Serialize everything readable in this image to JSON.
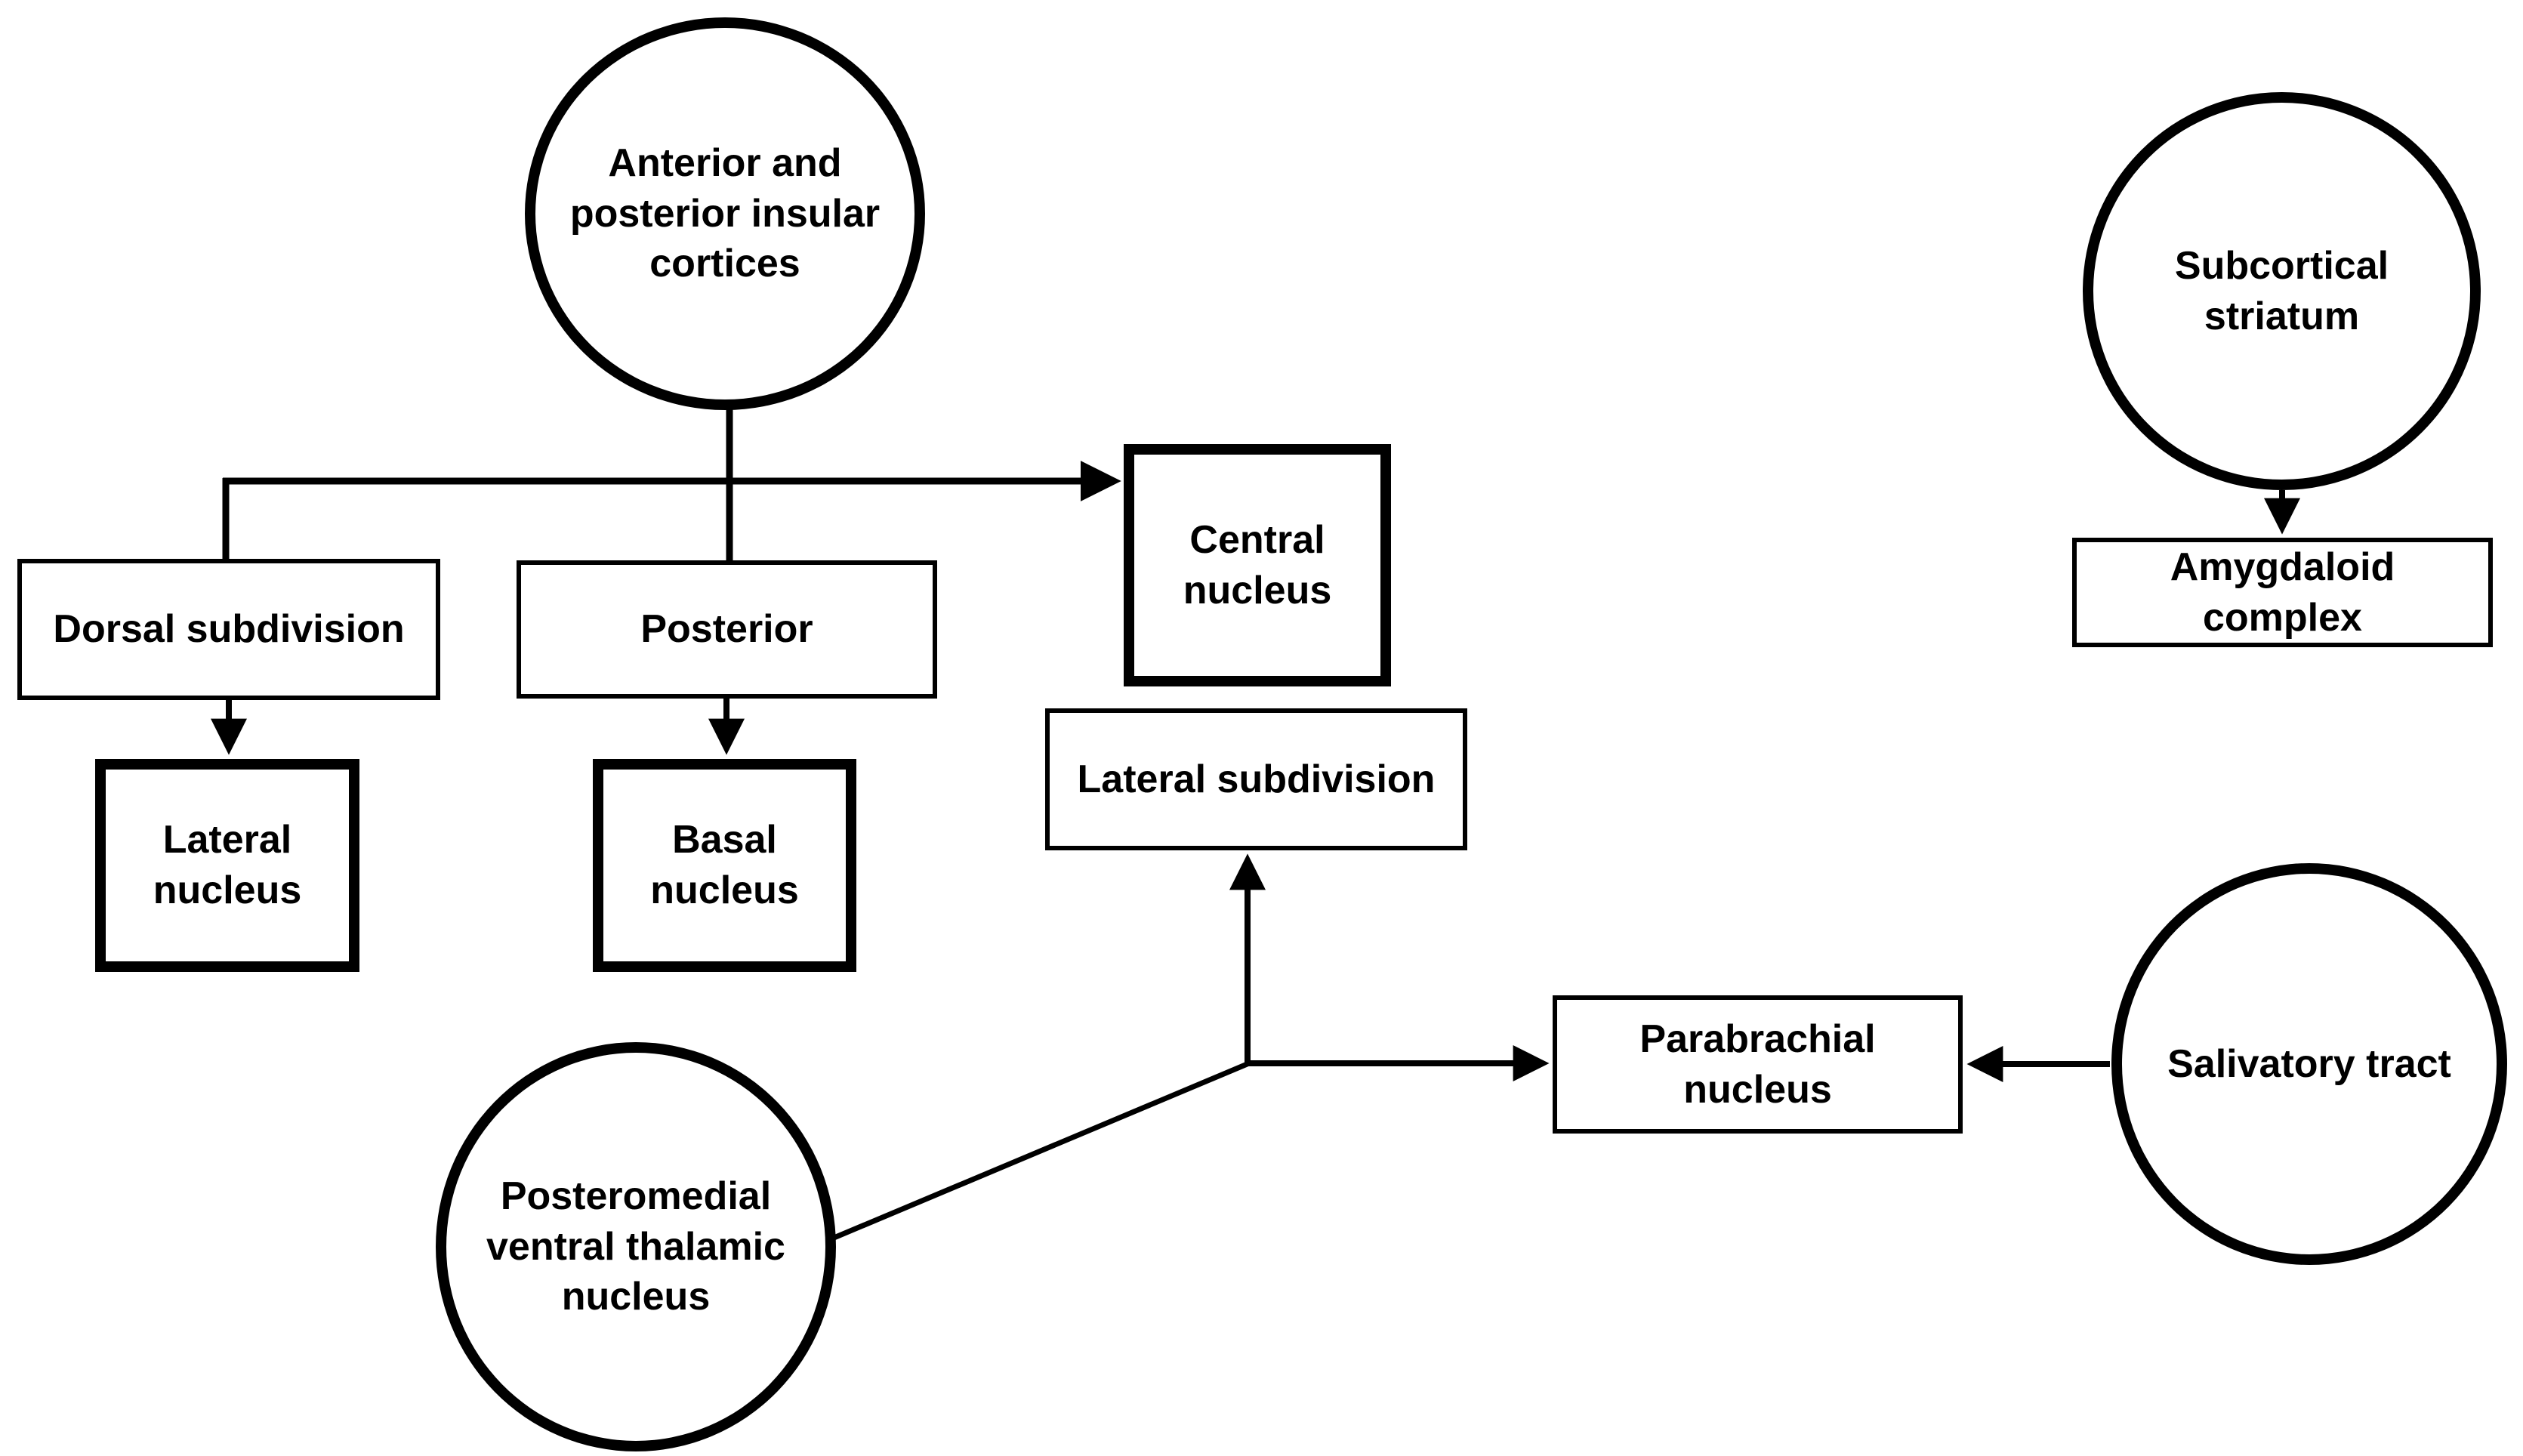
{
  "figure": {
    "background_color": "#ffffff",
    "ink_color": "#000000",
    "type": "flow-diagram"
  },
  "diagram": {
    "nodes": [
      {
        "id": "anterior-posterior-insular-cortices",
        "shape": "circle",
        "label": "Anterior and\nposterior insular\ncortices"
      },
      {
        "id": "subcortical-striatum",
        "shape": "circle",
        "label": "Subcortical\nstriatum"
      },
      {
        "id": "dorsal-subdivision",
        "shape": "rect-thin",
        "label": "Dorsal subdivision"
      },
      {
        "id": "posterior",
        "shape": "rect-thin",
        "label": "Posterior"
      },
      {
        "id": "central-nucleus",
        "shape": "rect-thick",
        "label": "Central\nnucleus"
      },
      {
        "id": "lateral-subdivision",
        "shape": "rect-thin",
        "label": "Lateral subdivision"
      },
      {
        "id": "amygdaloid-complex",
        "shape": "rect-thin",
        "label": "Amygdaloid\ncomplex"
      },
      {
        "id": "lateral-nucleus",
        "shape": "rect-thick",
        "label": "Lateral\nnucleus"
      },
      {
        "id": "basal-nucleus",
        "shape": "rect-thick",
        "label": "Basal\nnucleus"
      },
      {
        "id": "posteromedial-ventral-thalamic-nucleus",
        "shape": "circle",
        "label": "Posteromedial\nventral thalamic\nnucleus"
      },
      {
        "id": "parabrachial-nucleus",
        "shape": "rect-thin",
        "label": "Parabrachial\nnucleus"
      },
      {
        "id": "salivatory-tract",
        "shape": "circle",
        "label": "Salivatory tract"
      }
    ],
    "edges": [
      {
        "from": "anterior-posterior-insular-cortices",
        "to": "dorsal-subdivision",
        "type": "line"
      },
      {
        "from": "anterior-posterior-insular-cortices",
        "to": "posterior",
        "type": "line"
      },
      {
        "from": "anterior-posterior-insular-cortices",
        "to": "central-nucleus",
        "type": "arrow"
      },
      {
        "from": "dorsal-subdivision",
        "to": "lateral-nucleus",
        "type": "arrow"
      },
      {
        "from": "posterior",
        "to": "basal-nucleus",
        "type": "arrow"
      },
      {
        "from": "subcortical-striatum",
        "to": "amygdaloid-complex",
        "type": "arrow"
      },
      {
        "from": "posteromedial-ventral-thalamic-nucleus",
        "to": "lateral-subdivision",
        "type": "arrow"
      },
      {
        "from": "posteromedial-ventral-thalamic-nucleus",
        "to": "parabrachial-nucleus",
        "type": "arrow"
      },
      {
        "from": "salivatory-tract",
        "to": "parabrachial-nucleus",
        "type": "arrow"
      }
    ]
  }
}
